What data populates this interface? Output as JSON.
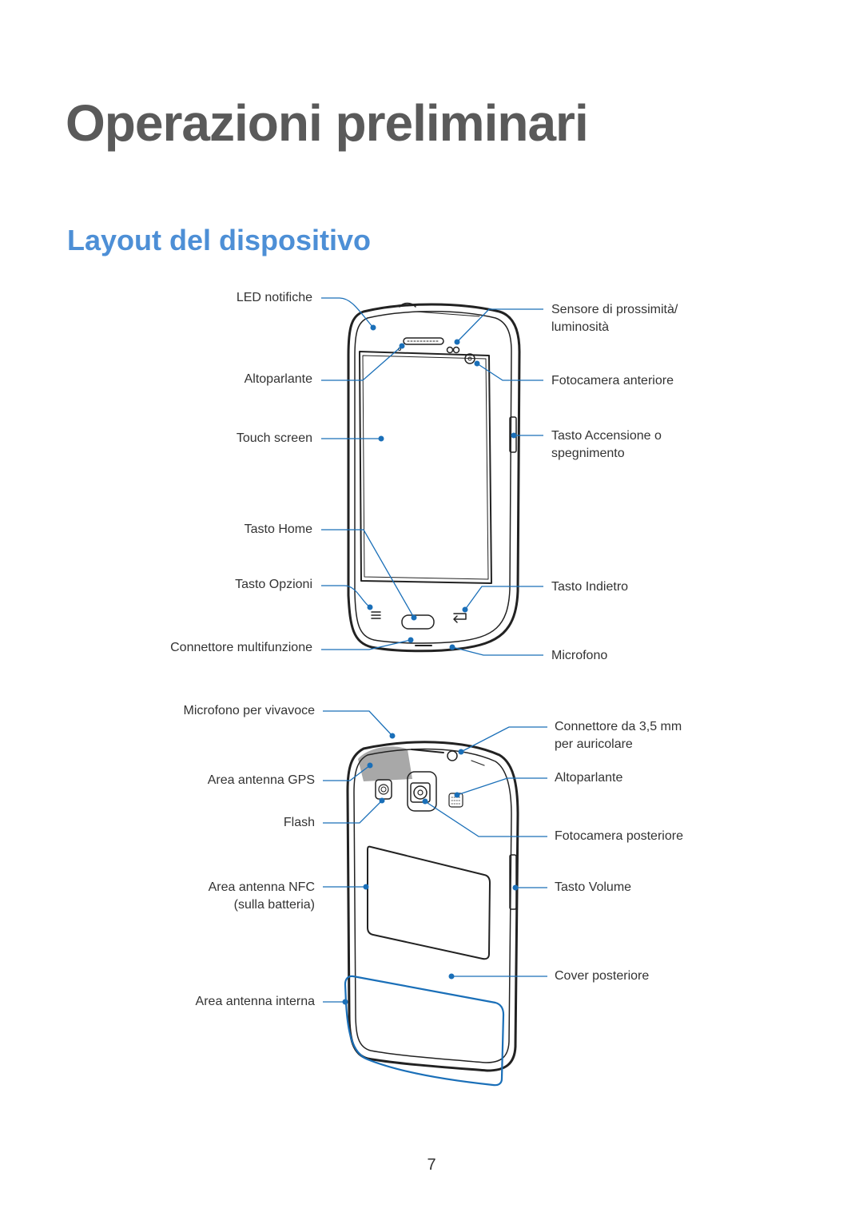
{
  "title": "Operazioni preliminari",
  "section_title": "Layout del dispositivo",
  "accent_color": "#4d8fd6",
  "callout_color": "#1a6fb8",
  "front_labels": {
    "led": "LED notifiche",
    "speaker": "Altoparlante",
    "touch": "Touch screen",
    "home": "Tasto Home",
    "options": "Tasto Opzioni",
    "multi": "Connettore multifunzione",
    "proximity_1": "Sensore di prossimità/",
    "proximity_2": "luminosità",
    "front_camera": "Fotocamera anteriore",
    "power_1": "Tasto Accensione o",
    "power_2": "spegnimento",
    "back_key": "Tasto Indietro",
    "mic": "Microfono"
  },
  "back_labels": {
    "speaker_mic": "Microfono per vivavoce",
    "gps": "Area antenna GPS",
    "flash": "Flash",
    "nfc_1": "Area antenna NFC",
    "nfc_2": "(sulla batteria)",
    "internal": "Area antenna interna",
    "jack_1": "Connettore da 3,5 mm",
    "jack_2": "per auricolare",
    "speaker": "Altoparlante",
    "rear_camera": "Fotocamera posteriore",
    "volume": "Tasto Volume",
    "cover": "Cover posteriore"
  },
  "page_number": "7"
}
